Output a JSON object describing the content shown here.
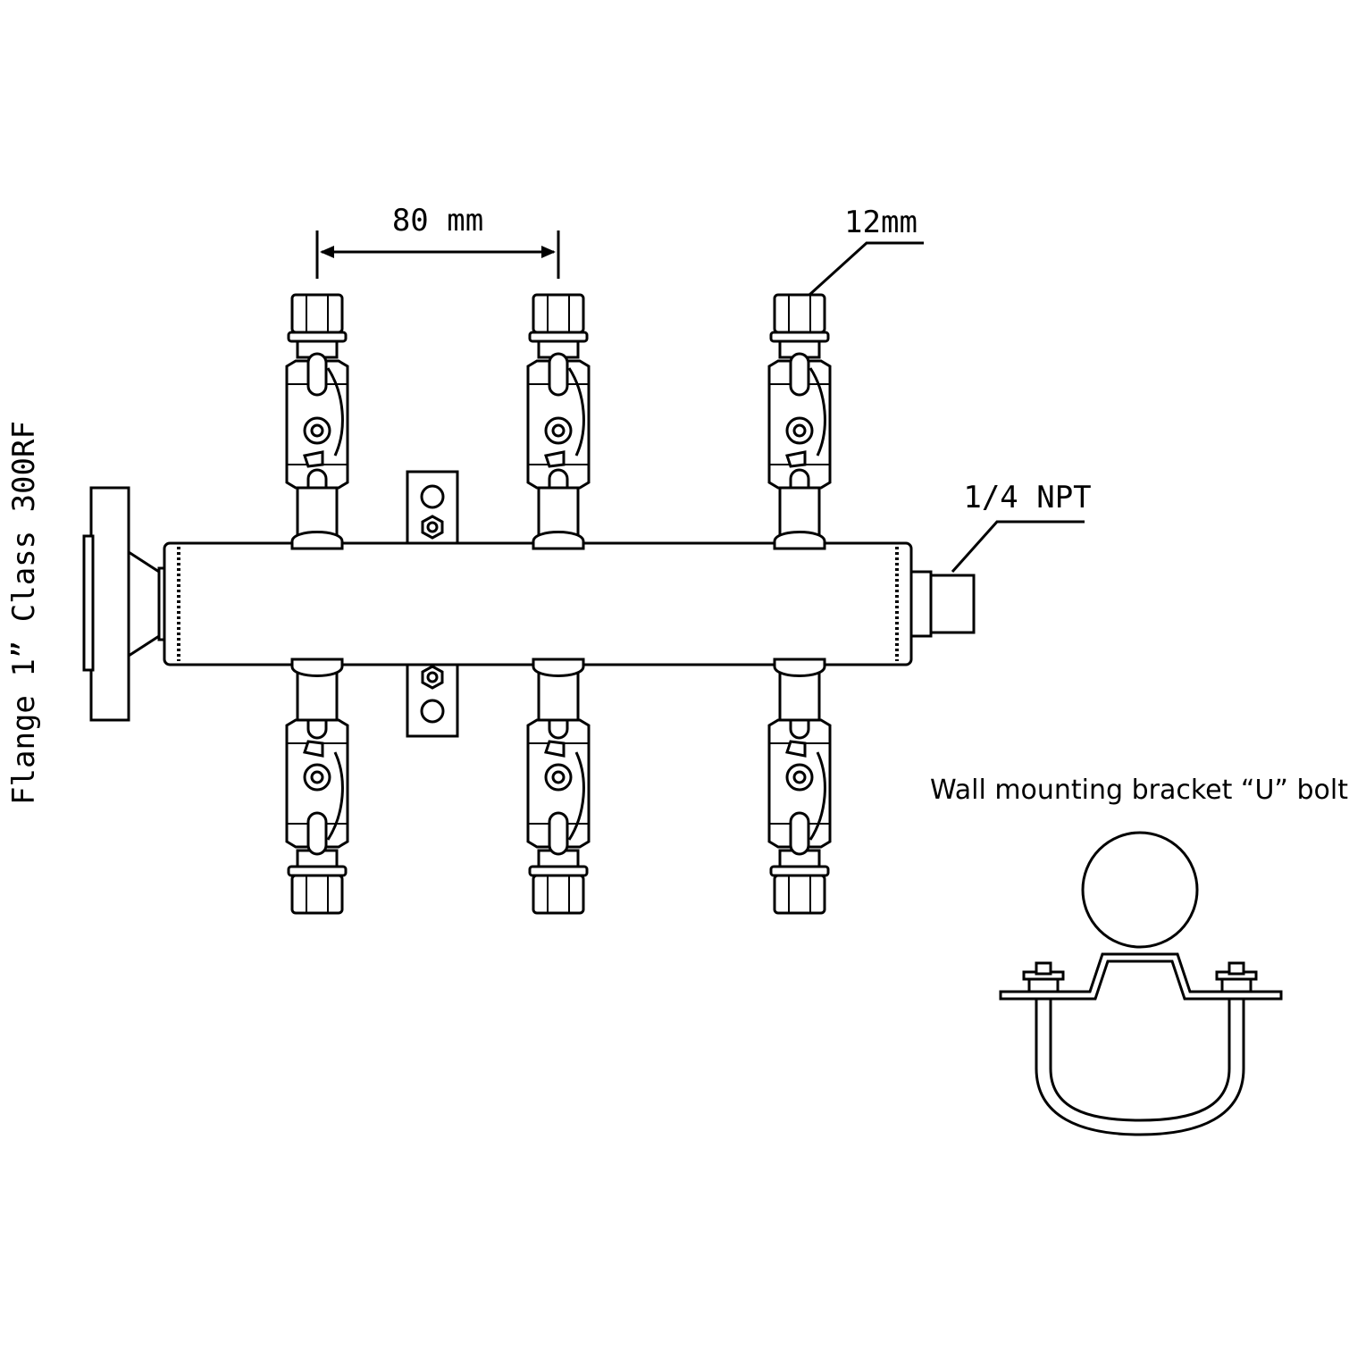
{
  "labels": {
    "spacing": "80 mm",
    "tube_size": "12mm",
    "outlet_thread": "1/4 NPT",
    "flange": "Flange 1” Class 300RF",
    "bracket": "Wall mounting bracket “U” bolt"
  },
  "icons": {
    "valve": "needle-valve-icon",
    "fitting": "compression-fitting-icon",
    "bracket": "u-bolt-bracket-icon"
  },
  "colors": {
    "line": "#000000",
    "background": "#ffffff"
  }
}
